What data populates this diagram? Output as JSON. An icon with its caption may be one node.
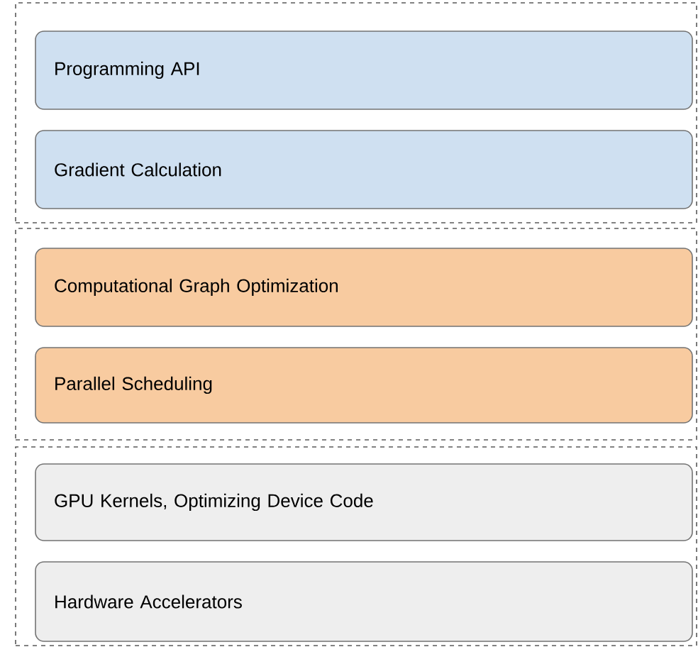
{
  "diagram": {
    "nodes": [
      {
        "text": [],
        "shape": "box"
      },
      {
        "text": [
          "Programming API"
        ],
        "in": 0
      },
      {
        "text": [
          "Gradient Calculation"
        ],
        "in": 0
      },
      {
        "text": [],
        "shape": "box"
      },
      {
        "text": [
          "Computational Graph Optimization"
        ],
        "in": 3
      },
      {
        "text": [
          "Parallel Scheduling"
        ],
        "in": 3
      },
      {
        "text": [],
        "shape": "box"
      },
      {
        "text": [
          "GPU Kernels, Optimizing Device Code"
        ],
        "in": 6
      },
      {
        "text": [
          "Hardware Accelerators"
        ],
        "in": 6
      }
    ]
  }
}
